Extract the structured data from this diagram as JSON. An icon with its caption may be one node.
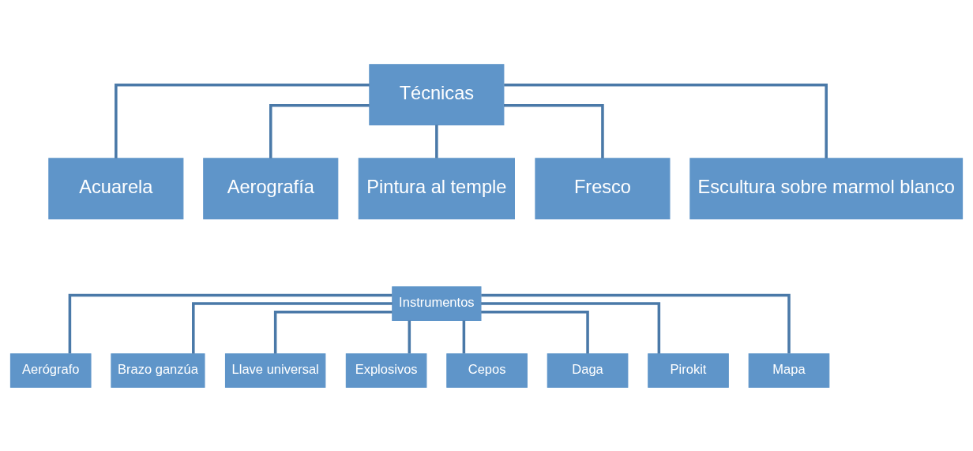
{
  "diagram": {
    "nodes": [
      {
        "text": [
          "Técnicas"
        ]
      },
      {
        "text": [
          "Acuarela"
        ]
      },
      {
        "text": [
          "Aerografía"
        ]
      },
      {
        "text": [
          "Pintura al temple"
        ]
      },
      {
        "text": [
          "Fresco"
        ]
      },
      {
        "text": [
          "Escultura sobre marmol blanco"
        ]
      },
      {
        "text": [
          "Instrumentos"
        ]
      },
      {
        "text": [
          "Aerógrafo"
        ]
      },
      {
        "text": [
          "Brazo ganzúa"
        ]
      },
      {
        "text": [
          "Llave universal"
        ]
      },
      {
        "text": [
          "Explosivos"
        ]
      },
      {
        "text": [
          "Cepos"
        ]
      },
      {
        "text": [
          "Daga"
        ]
      },
      {
        "text": [
          "Pirokit"
        ]
      },
      {
        "text": [
          "Mapa"
        ]
      }
    ],
    "edges": [
      {
        "from": 0,
        "to": 1,
        "arrow": "none"
      },
      {
        "from": 0,
        "to": 2,
        "arrow": "none"
      },
      {
        "from": 0,
        "to": 3,
        "arrow": "none"
      },
      {
        "from": 0,
        "to": 4,
        "arrow": "none"
      },
      {
        "from": 0,
        "to": 5,
        "arrow": "none"
      },
      {
        "from": 6,
        "to": 7,
        "arrow": "none"
      },
      {
        "from": 6,
        "to": 8,
        "arrow": "none"
      },
      {
        "from": 6,
        "to": 9,
        "arrow": "none"
      },
      {
        "from": 6,
        "to": 10,
        "arrow": "none"
      },
      {
        "from": 6,
        "to": 11,
        "arrow": "none"
      },
      {
        "from": 6,
        "to": 12,
        "arrow": "none"
      },
      {
        "from": 6,
        "to": 13,
        "arrow": "none"
      },
      {
        "from": 6,
        "to": 14,
        "arrow": "none"
      }
    ]
  }
}
